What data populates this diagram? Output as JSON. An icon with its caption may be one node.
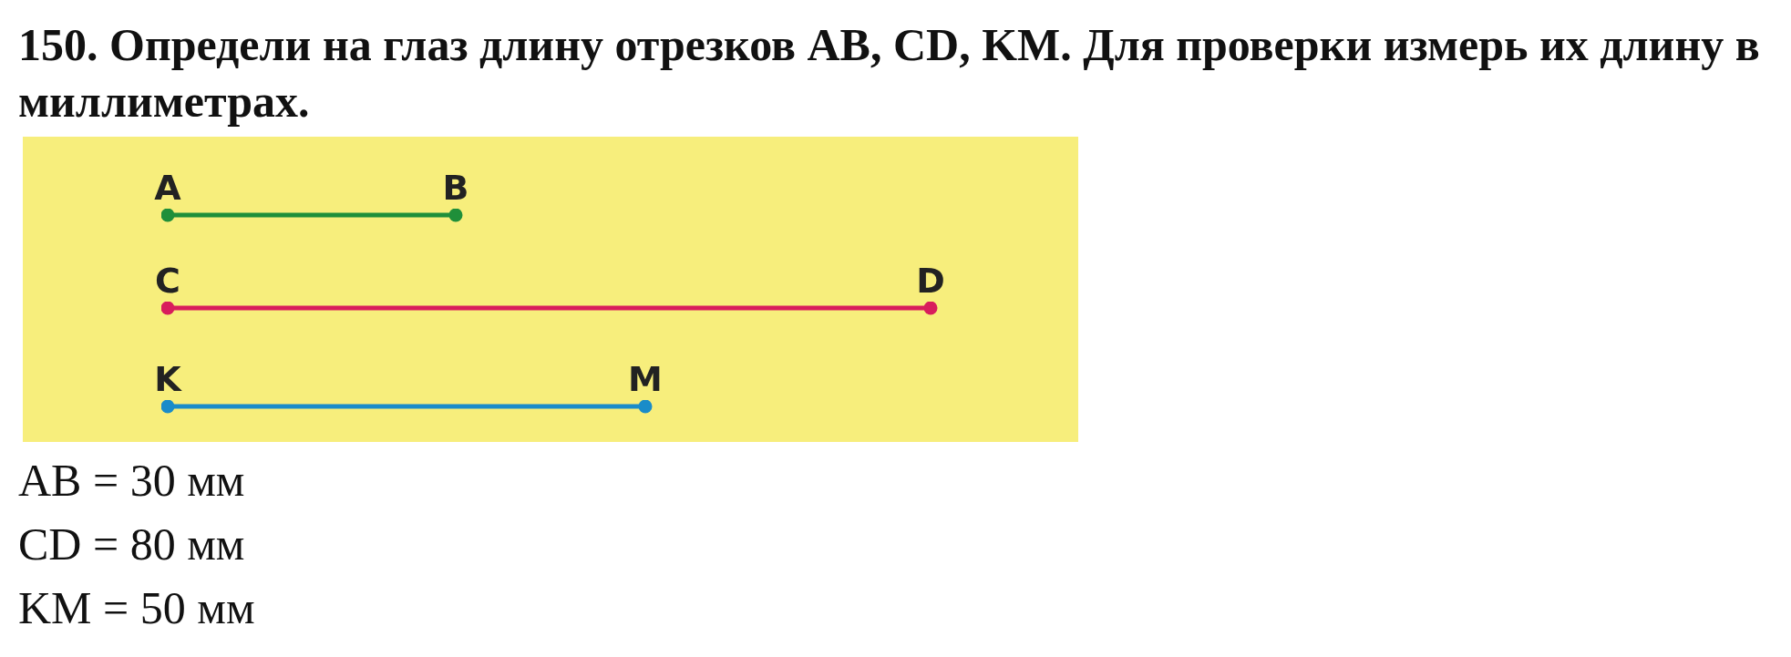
{
  "diagram": {
    "title": "150. Определи на глаз длину отрезков AB, CD, KM. Для проверки измерь их длину в миллиметрах.",
    "nodes": [
      {
        "text": [],
        "shape": "box"
      },
      {
        "text": [
          "A"
        ],
        "in": 0
      },
      {
        "text": [
          "B"
        ],
        "in": 0
      },
      {
        "text": [
          "C"
        ],
        "in": 0
      },
      {
        "text": [
          "D"
        ],
        "in": 0
      },
      {
        "text": [
          "K"
        ],
        "in": 0
      },
      {
        "text": [
          "M"
        ],
        "in": 0
      }
    ],
    "edges": [
      {
        "from": 1,
        "to": 2,
        "arrow": "other",
        "color": "#1f8f3a"
      },
      {
        "from": 3,
        "to": 4,
        "arrow": "other",
        "color": "#d81d5c"
      },
      {
        "from": 5,
        "to": 6,
        "arrow": "other",
        "color": "#1a8cc9"
      }
    ],
    "labels": [
      "AB = 30 мм",
      "CD = 80 мм",
      "KM = 50 мм"
    ]
  }
}
